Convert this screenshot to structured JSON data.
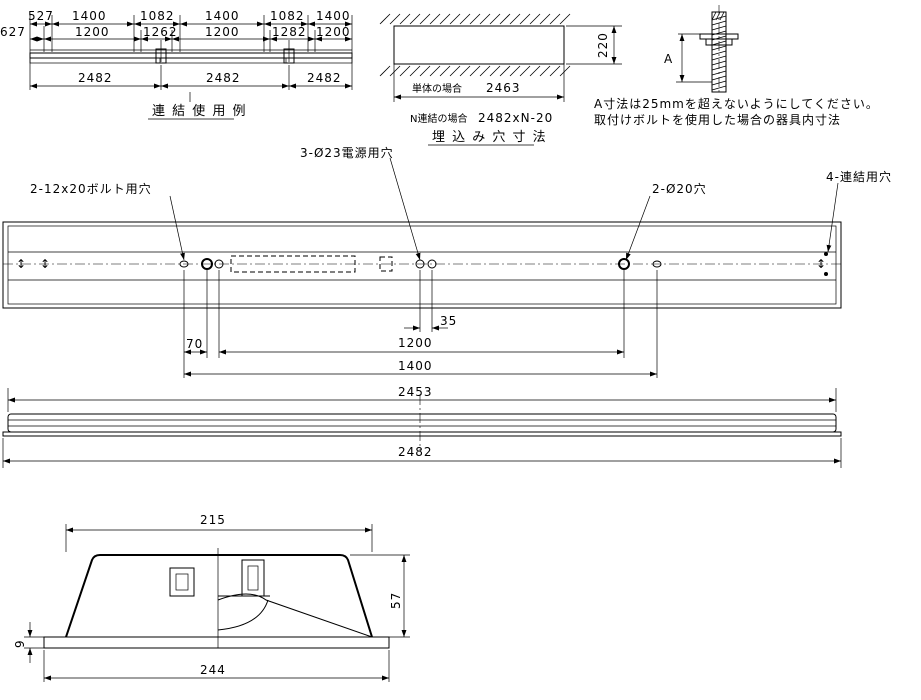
{
  "labels": {
    "series_example": "連 結 使 用 例",
    "single_case": "単体の場合",
    "single_value": "2463",
    "n_case": "N連結の場合",
    "n_value": "2482xN-20",
    "cutout_title": "埋 込 み 穴 寸 法",
    "note_line1": "A寸法は25mmを超えないようにしてください。",
    "note_line2": "取付けボルトを使用した場合の器具内寸法",
    "bolt_holes": "2-12x20ボルト用穴",
    "power_holes": "3-Ø23電源用穴",
    "holes_20": "2-Ø20穴",
    "link_holes": "4-連結用穴",
    "dim_a": "A"
  },
  "dimensions": {
    "top": {
      "d527": "527",
      "d627": "627",
      "d1400a": "1400",
      "d1200a": "1200",
      "d1082a": "1082",
      "d1262a": "1262",
      "d1400b": "1400",
      "d1200b": "1200",
      "d1082b": "1082",
      "d1282": "1282",
      "d1400c": "1400",
      "d1200c": "1200",
      "d2482a": "2482",
      "d2482b": "2482",
      "d2482c": "2482",
      "d220": "220"
    },
    "plan": {
      "d35": "35",
      "d70": "70",
      "d1200": "1200",
      "d1400": "1400"
    },
    "side": {
      "d2453": "2453",
      "d2482": "2482"
    },
    "section": {
      "d215": "215",
      "d244": "244",
      "d57": "57",
      "d9": "9"
    }
  }
}
